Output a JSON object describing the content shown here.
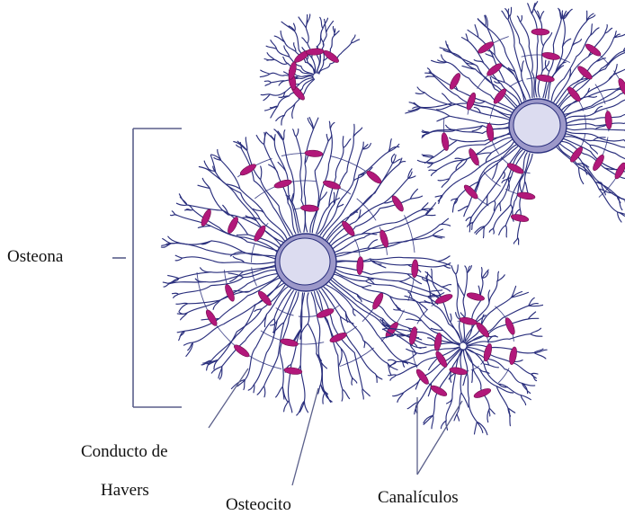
{
  "labels": {
    "osteona": "Osteona",
    "conducto_line1": "Conducto de",
    "conducto_line2": "Havers",
    "osteocito": "Osteocito",
    "canaliculos": "Canalículos"
  },
  "colors": {
    "canaliculi": "#2a2f7d",
    "osteocyte": "#b2187a",
    "canal_fill": "#dcdcf0",
    "canal_rim": "#9c98c9",
    "leader": "#5a5f8a",
    "text": "#111111"
  }
}
